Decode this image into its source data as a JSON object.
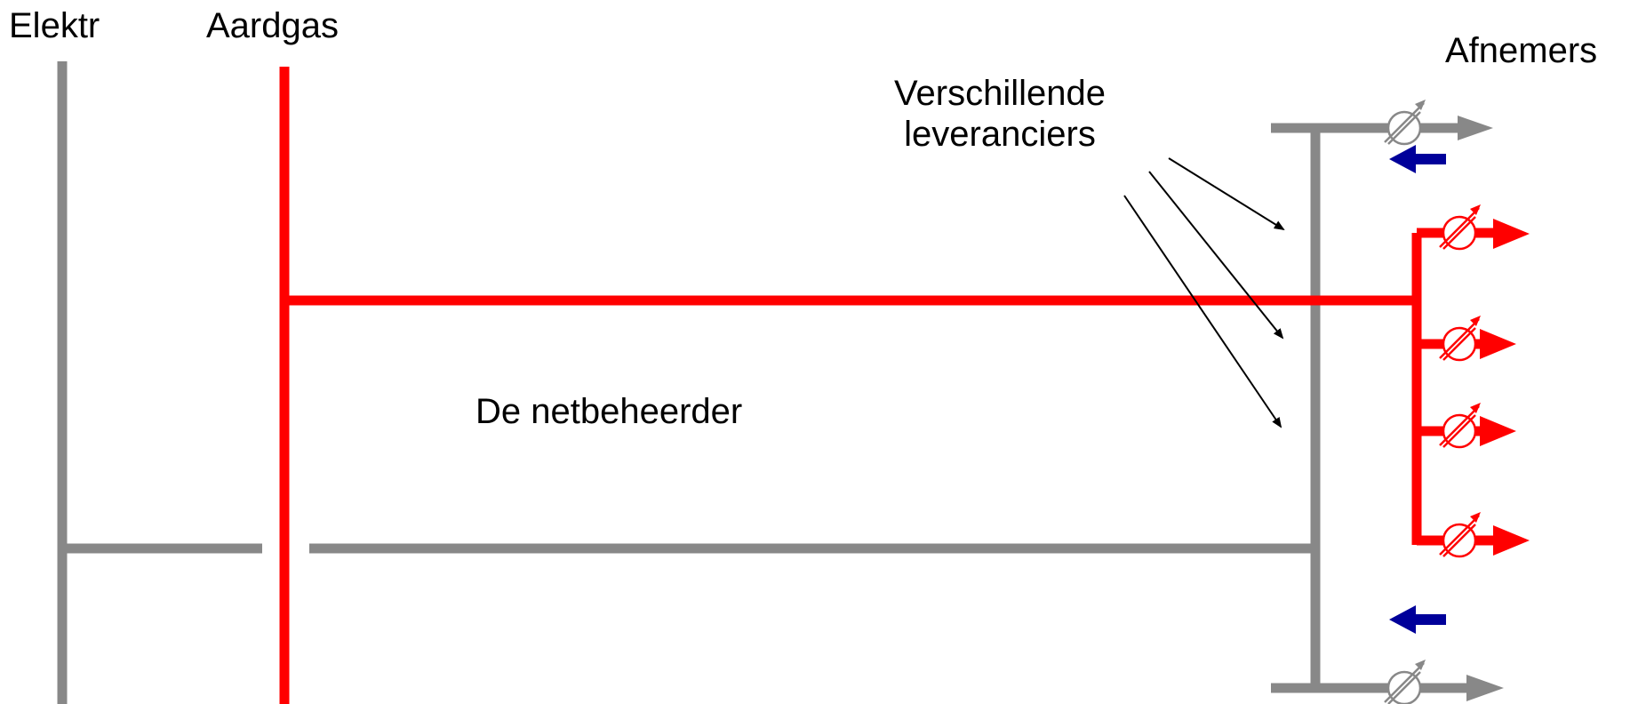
{
  "labels": {
    "elektr": "Elektr",
    "aardgas": "Aardgas",
    "afnemers": "Afnemers",
    "suppliers_line1": "Verschillende",
    "suppliers_line2": "leveranciers",
    "grid_operator": "De netbeheerder"
  },
  "colors": {
    "electricity": "#888888",
    "gas": "#ff0000",
    "return_arrow": "#00009a",
    "annotation": "#000000"
  },
  "icons": {
    "meter": "meter-icon",
    "flow_arrow": "arrow-right-icon",
    "return_arrow": "arrow-left-icon"
  }
}
